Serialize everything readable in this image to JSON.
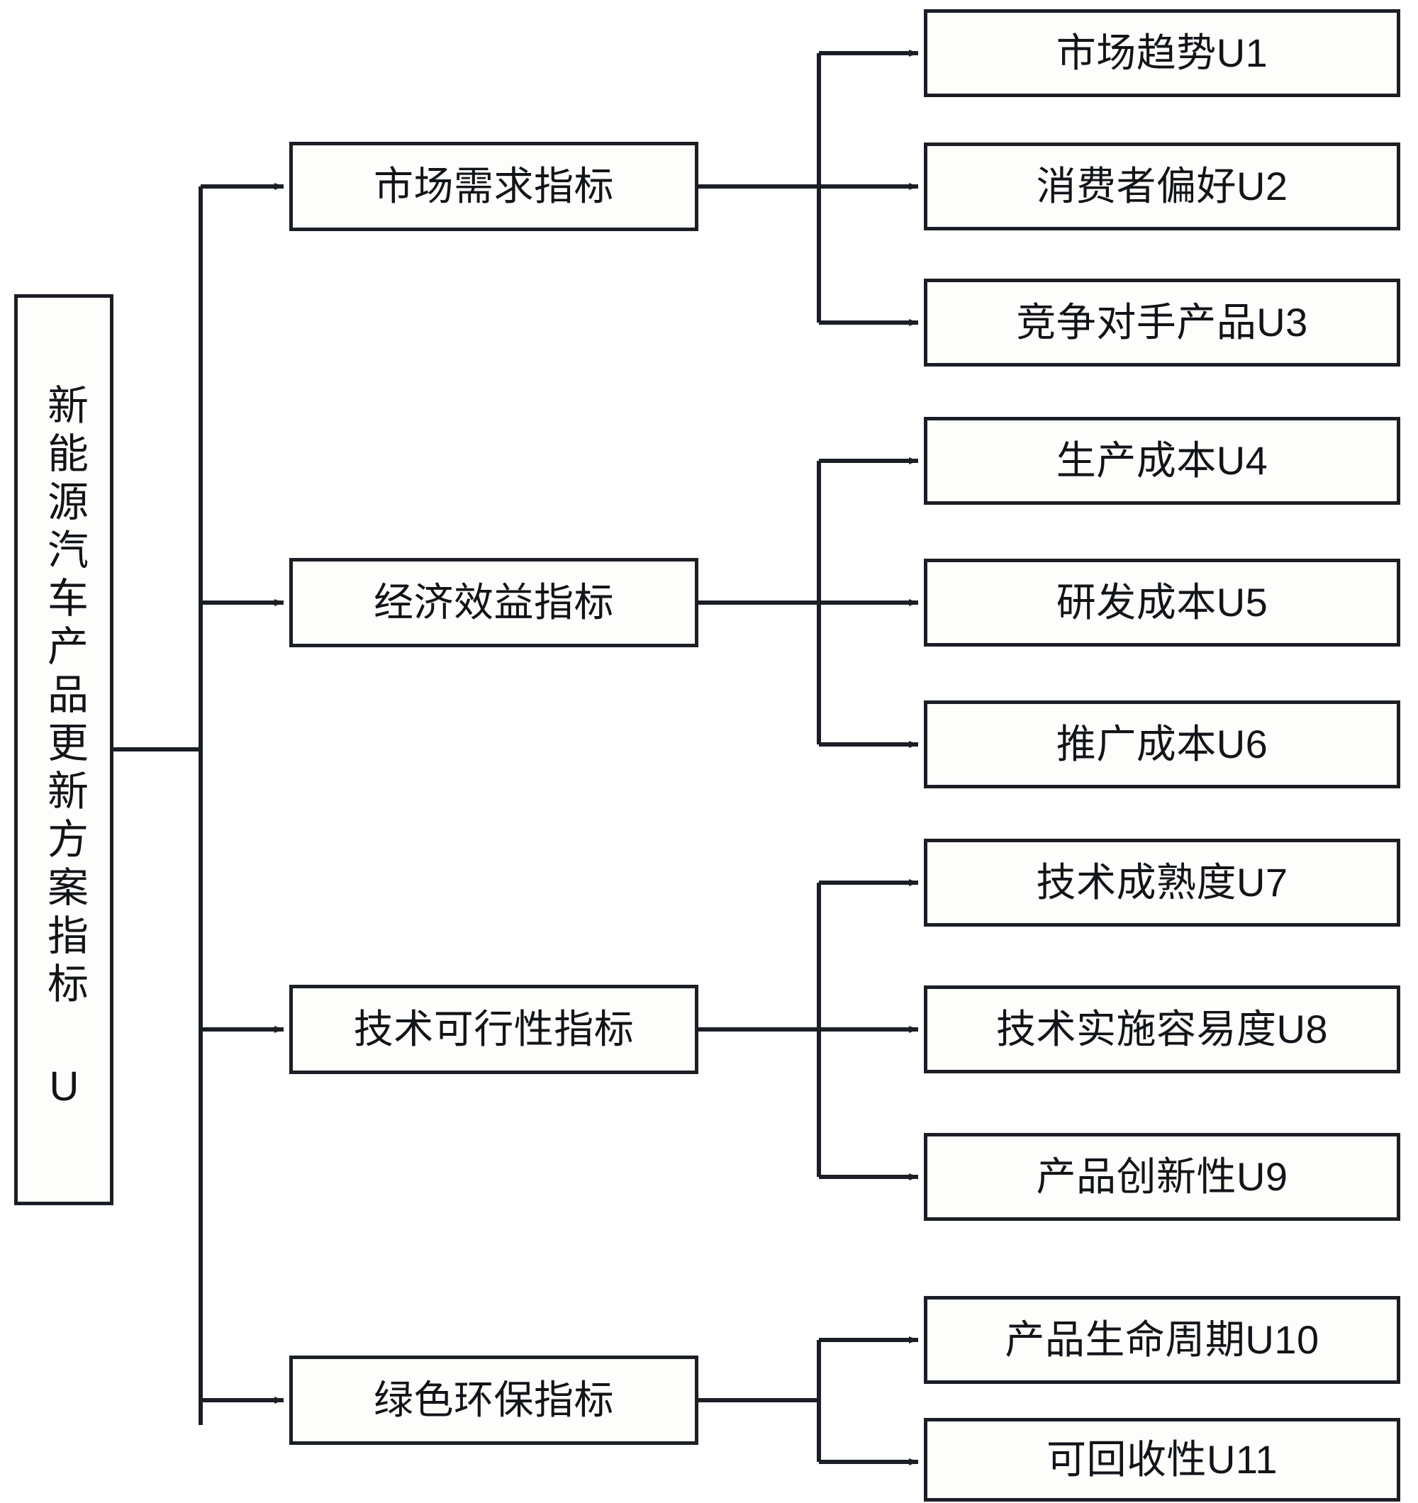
{
  "diagram": {
    "type": "hierarchy-tree",
    "orientation": "left-to-right",
    "colors": {
      "stroke": "#1b1f25",
      "fill": "#fdfdfb",
      "text": "#111418",
      "background": "#ffffff"
    },
    "root": {
      "id": "U",
      "label": "新能源汽车产品更新方案指标 U",
      "orientation": "vertical"
    },
    "criteria": [
      {
        "id": "C1",
        "label": "市场需求指标",
        "indicators": [
          {
            "id": "U1",
            "label": "市场趋势U1"
          },
          {
            "id": "U2",
            "label": "消费者偏好U2"
          },
          {
            "id": "U3",
            "label": "竞争对手产品U3"
          }
        ]
      },
      {
        "id": "C2",
        "label": "经济效益指标",
        "indicators": [
          {
            "id": "U4",
            "label": "生产成本U4"
          },
          {
            "id": "U5",
            "label": "研发成本U5"
          },
          {
            "id": "U6",
            "label": "推广成本U6"
          }
        ]
      },
      {
        "id": "C3",
        "label": "技术可行性指标",
        "indicators": [
          {
            "id": "U7",
            "label": "技术成熟度U7"
          },
          {
            "id": "U8",
            "label": "技术实施容易度U8"
          },
          {
            "id": "U9",
            "label": "产品创新性U9"
          }
        ]
      },
      {
        "id": "C4",
        "label": "绿色环保指标",
        "indicators": [
          {
            "id": "U10",
            "label": "产品生命周期U10"
          },
          {
            "id": "U11",
            "label": "可回收性U11"
          }
        ]
      }
    ]
  }
}
